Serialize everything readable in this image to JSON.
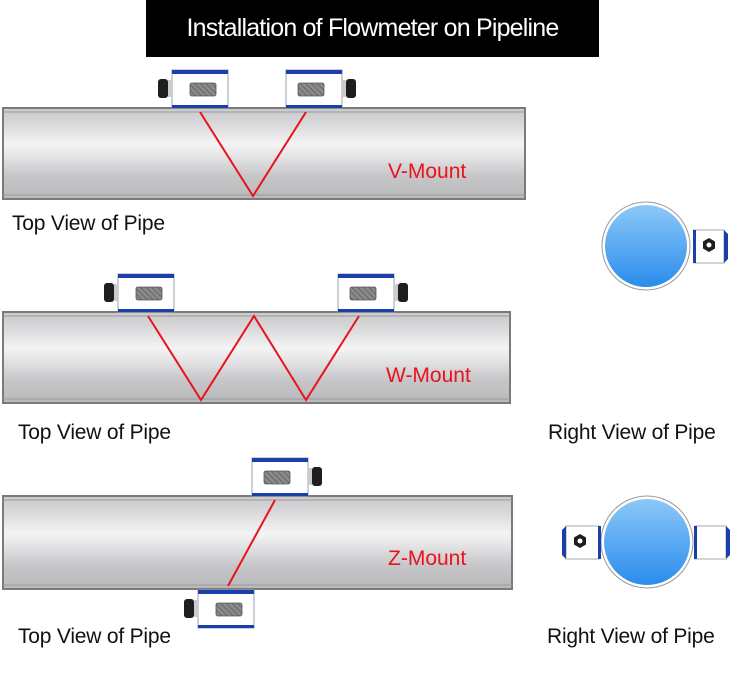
{
  "title": "Installation of Flowmeter on Pipeline",
  "sections": [
    {
      "mount_label": "V-Mount",
      "top_view_label": "Top View of Pipe",
      "right_view_label": null
    },
    {
      "mount_label": "W-Mount",
      "top_view_label": "Top View of Pipe",
      "right_view_label": "Right View of Pipe"
    },
    {
      "mount_label": "Z-Mount",
      "top_view_label": "Top View of Pipe",
      "right_view_label": "Right View of Pipe"
    }
  ],
  "colors": {
    "signal_path": "#e8131b",
    "transducer_accent": "#1a3fa8",
    "pipe_water": "#3b9cf0",
    "title_bg": "#000000"
  }
}
